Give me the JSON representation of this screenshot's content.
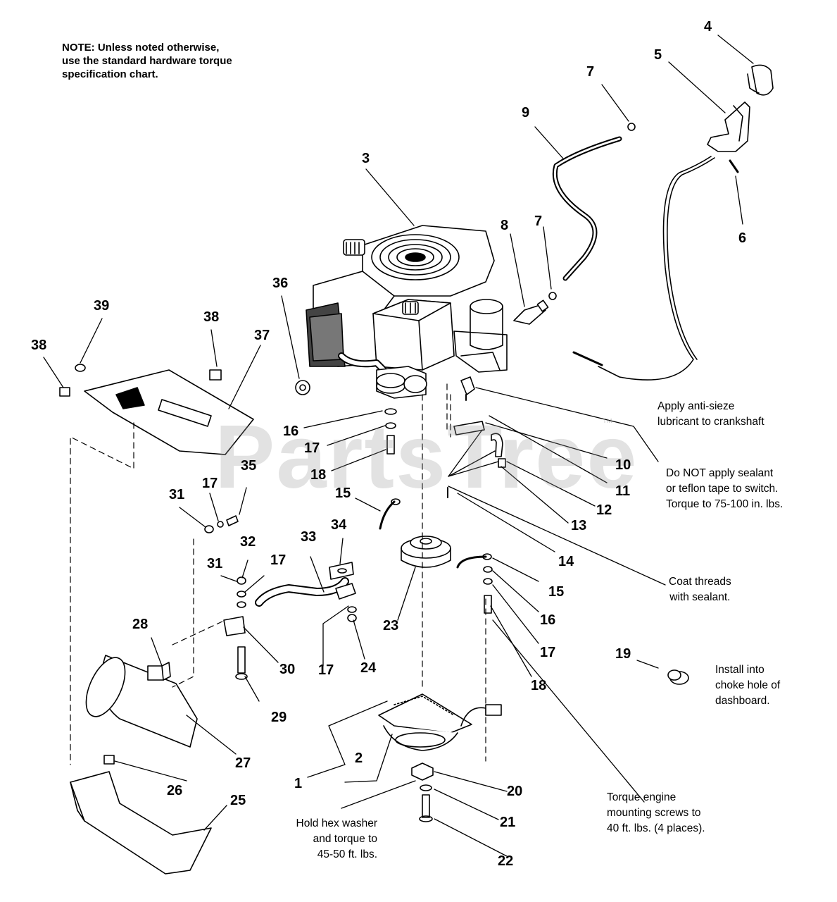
{
  "note": {
    "line1": "NOTE: Unless noted otherwise,",
    "line2": "use the standard hardware torque",
    "line3": "specification chart."
  },
  "watermark": {
    "text": "PartsTree",
    "tm": "™"
  },
  "callouts": {
    "anti_sieze": [
      "Apply anti-sieze",
      "lubricant to crankshaft"
    ],
    "switch": [
      "Do NOT apply sealant",
      "or teflon tape to switch.",
      "Torque to 75-100 in. lbs."
    ],
    "coat_threads": [
      "Coat threads",
      "with sealant."
    ],
    "choke": [
      "Install into",
      "choke hole of",
      "dashboard."
    ],
    "engine_screws": [
      "Torque engine",
      "mounting screws to",
      "40 ft. lbs. (4 places)."
    ],
    "hex_washer": [
      "Hold hex washer",
      "and torque to",
      "45-50 ft. lbs."
    ]
  },
  "labels": {
    "p1": "1",
    "p2": "2",
    "p3": "3",
    "p4": "4",
    "p5": "5",
    "p6": "6",
    "p7a": "7",
    "p7b": "7",
    "p8": "8",
    "p9": "9",
    "p10": "10",
    "p11": "11",
    "p12": "12",
    "p13": "13",
    "p14": "14",
    "p15a": "15",
    "p15b": "15",
    "p16a": "16",
    "p16b": "16",
    "p17a": "17",
    "p17b": "17",
    "p17c": "17",
    "p17d": "17",
    "p17e": "17",
    "p18a": "18",
    "p18b": "18",
    "p19": "19",
    "p20": "20",
    "p21": "21",
    "p22": "22",
    "p23": "23",
    "p24": "24",
    "p25": "25",
    "p26": "26",
    "p27": "27",
    "p28": "28",
    "p29": "29",
    "p30": "30",
    "p31a": "31",
    "p31b": "31",
    "p32": "32",
    "p33": "33",
    "p34": "34",
    "p35": "35",
    "p36": "36",
    "p37": "37",
    "p38a": "38",
    "p38b": "38",
    "p39": "39"
  }
}
